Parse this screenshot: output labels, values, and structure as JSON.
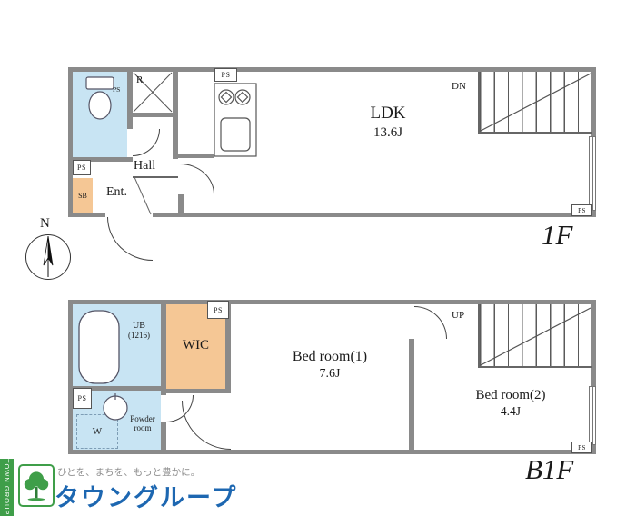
{
  "floor1": {
    "floor_label": "1F",
    "ldk": {
      "name": "LDK",
      "size": "13.6J"
    },
    "hall": "Hall",
    "ent": "Ent.",
    "sb": "SB",
    "r": "R",
    "dn": "DN",
    "ps": "PS",
    "compass_n": "N"
  },
  "floorB1": {
    "floor_label": "B1F",
    "ub": {
      "name": "UB",
      "size": "(1216)"
    },
    "wic": "WIC",
    "bed1": {
      "name": "Bed room(1)",
      "size": "7.6J"
    },
    "bed2": {
      "name": "Bed room(2)",
      "size": "4.4J"
    },
    "up": "UP",
    "w": "W",
    "powder": {
      "line1": "Powder",
      "line2": "room"
    },
    "ps": "PS"
  },
  "logo": {
    "vertical_text": "TOWN GROUP",
    "tagline": "ひとを、まちを、もっと豊かに。",
    "brand": "タウングループ"
  },
  "colors": {
    "wall": "#8a8a8a",
    "wet_area": "#c8e4f3",
    "closet": "#f5c795",
    "brand_blue": "#1d67b1",
    "brand_green": "#3f9e49"
  }
}
